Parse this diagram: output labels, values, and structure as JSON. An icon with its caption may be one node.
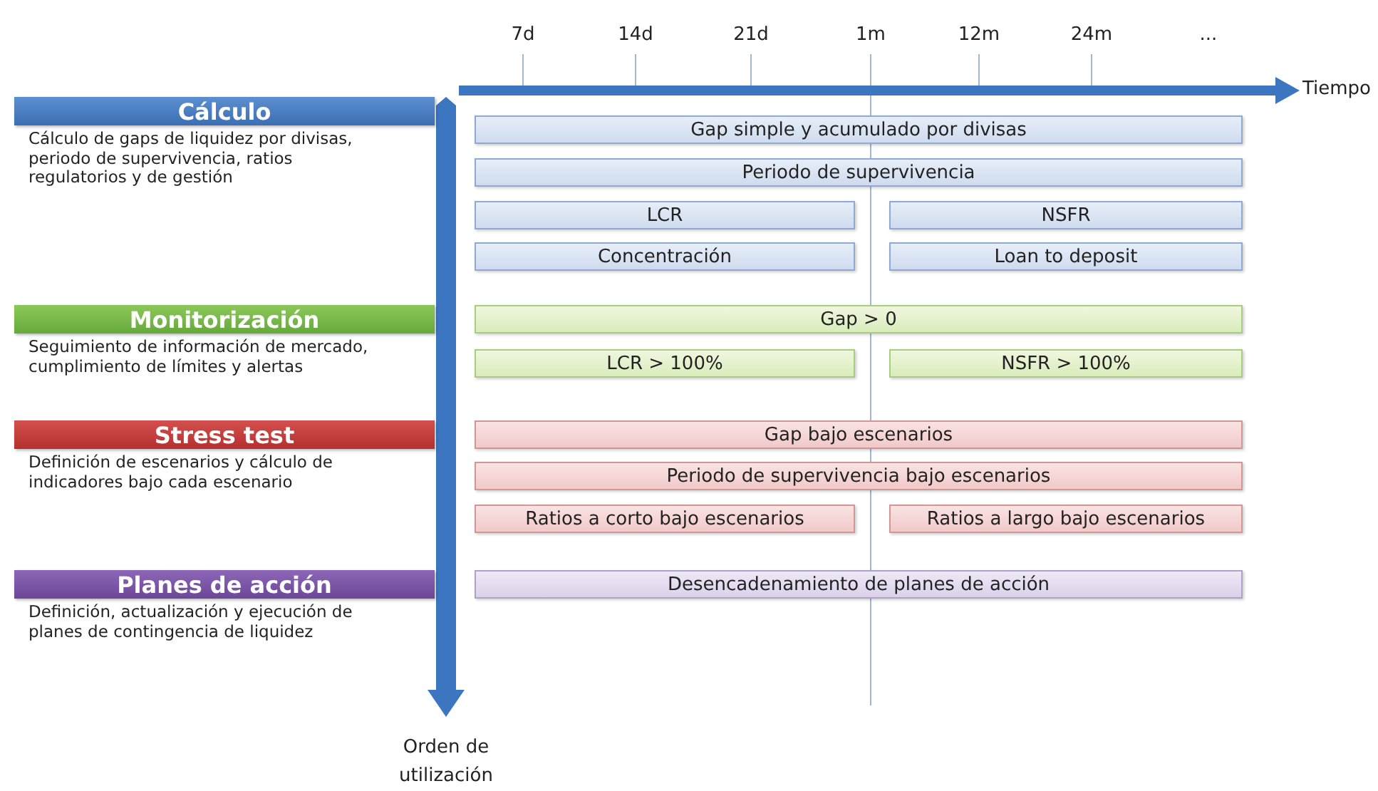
{
  "diagram": {
    "nodes": [
      {
        "text": [
          "Cálculo"
        ],
        "beside": [
          "Cálculo de gaps de liquidez por divisas, periodo de supervivencia, ratios regulatorios y de gestión"
        ]
      },
      {
        "text": [
          "Gap simple y acumulado por divisas"
        ]
      },
      {
        "text": [
          "Periodo de supervivencia"
        ]
      },
      {
        "text": [
          "LCR"
        ]
      },
      {
        "text": [
          "NSFR"
        ]
      },
      {
        "text": [
          "Concentración"
        ]
      },
      {
        "text": [
          "Loan to deposit"
        ]
      },
      {
        "text": [
          "Monitorización"
        ],
        "beside": [
          "Seguimiento de información de mercado, cumplimiento de límites y alertas"
        ]
      },
      {
        "text": [
          "Gap > 0"
        ]
      },
      {
        "text": [
          "LCR > 100%"
        ]
      },
      {
        "text": [
          "NSFR > 100%"
        ]
      },
      {
        "text": [
          "Stress test"
        ],
        "beside": [
          "Definición de escenarios y cálculo de indicadores bajo cada escenario"
        ]
      },
      {
        "text": [
          "Gap bajo escenarios"
        ]
      },
      {
        "text": [
          "Periodo de supervivencia bajo escenarios"
        ]
      },
      {
        "text": [
          "Ratios a corto bajo escenarios"
        ]
      },
      {
        "text": [
          "Ratios a largo bajo escenarios"
        ]
      },
      {
        "text": [
          "Planes de acción"
        ],
        "beside": [
          "Definición, actualización y ejecución de planes de contingencia de liquidez"
        ]
      },
      {
        "text": [
          "Desencadenamiento de planes de acción"
        ]
      }
    ],
    "labels": [
      "7d",
      "14d",
      "21d",
      "1m",
      "12m",
      "24m",
      "...",
      "Tiempo",
      "Orden de utilización"
    ]
  }
}
